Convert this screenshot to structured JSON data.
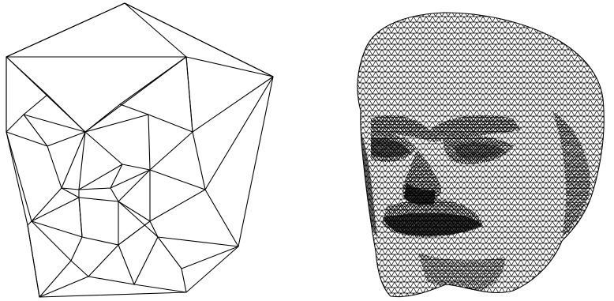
{
  "figure": {
    "panels": [
      {
        "id": "coarse",
        "kind": "coarse-triangulated-face-mesh"
      },
      {
        "id": "dense",
        "kind": "dense-triangulated-3d-head-mesh"
      }
    ],
    "colors": {
      "background": "#ffffff",
      "line": "#000000"
    }
  }
}
